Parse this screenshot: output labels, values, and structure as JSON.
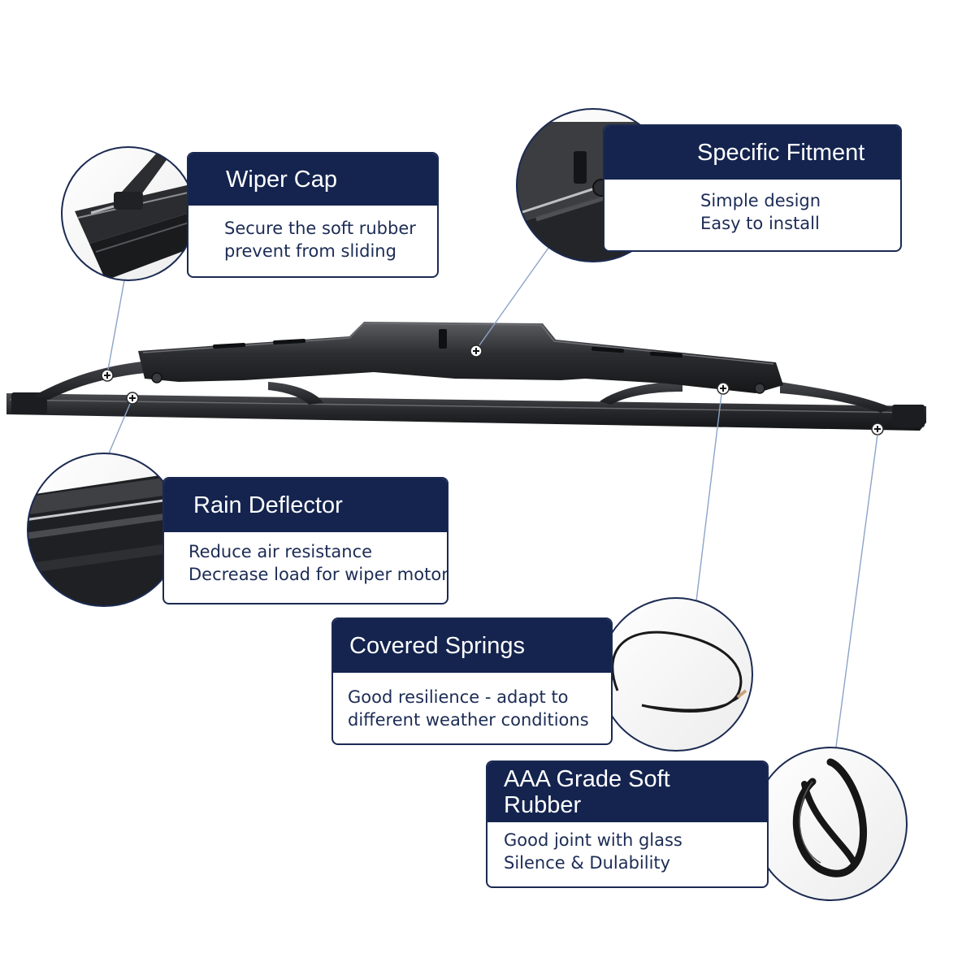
{
  "colors": {
    "navy": "#14244f",
    "blade": "#2a2b2e",
    "leader_line": "#8ca3c7"
  },
  "features": {
    "wiper_cap": {
      "title": "Wiper Cap",
      "lines": [
        "Secure the soft rubber",
        "prevent from sliding"
      ]
    },
    "specific_fitment": {
      "title": "Specific Fitment",
      "lines": [
        "Simple design",
        "Easy to install"
      ]
    },
    "rain_deflector": {
      "title": "Rain Deflector",
      "lines": [
        "Reduce air resistance",
        "Decrease load for wiper motor"
      ]
    },
    "covered_springs": {
      "title": "Covered Springs",
      "lines": [
        "Good resilience - adapt to",
        "different weather conditions"
      ]
    },
    "soft_rubber": {
      "title": "AAA Grade Soft Rubber",
      "lines": [
        "Good joint with glass",
        "Silence & Dulability"
      ]
    }
  }
}
